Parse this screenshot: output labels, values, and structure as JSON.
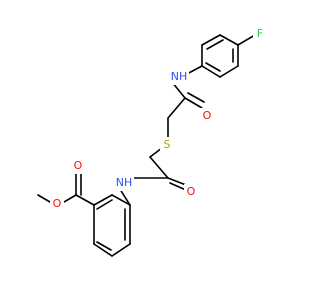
{
  "molecule": {
    "atoms": [
      {
        "symbol": "F",
        "color": "#33cc33"
      },
      {
        "symbol": "NH",
        "color": "#3050f8"
      },
      {
        "symbol": "O",
        "color": "#ff0d0d"
      },
      {
        "symbol": "S",
        "color": "#b8a000"
      },
      {
        "symbol": "NH",
        "color": "#3050f8"
      },
      {
        "symbol": "O",
        "color": "#ff0d0d"
      },
      {
        "symbol": "O",
        "color": "#ff0d0d"
      },
      {
        "symbol": "O",
        "color": "#ff0d0d"
      }
    ],
    "bond_color": "#000000"
  }
}
